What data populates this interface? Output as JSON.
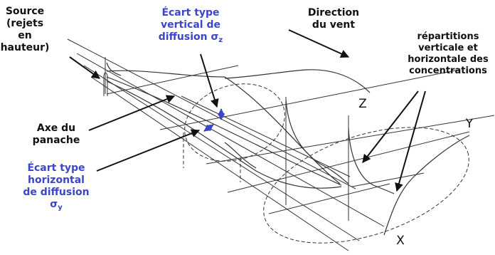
{
  "labels": {
    "source": [
      "Source",
      "(rejets",
      "en",
      "hauteur)"
    ],
    "sigma_z": [
      "Écart type",
      "vertical de",
      "diffusion"
    ],
    "sigma_z_symbol": "σ",
    "sigma_z_sub": "z",
    "wind": [
      "Direction",
      "du vent"
    ],
    "distributions": [
      "répartitions",
      "verticale et",
      "horizontale des",
      "concentrations"
    ],
    "axis_label": [
      "Axe du",
      "panache"
    ],
    "sigma_y": [
      "Écart type",
      "horizontal",
      "de diffusion"
    ],
    "sigma_y_symbol": "σ",
    "sigma_y_sub": "y"
  },
  "axes": {
    "z": "Z",
    "y": "Y",
    "x": "X"
  },
  "colors": {
    "ink": "#111111",
    "accent": "#3c46c8"
  }
}
